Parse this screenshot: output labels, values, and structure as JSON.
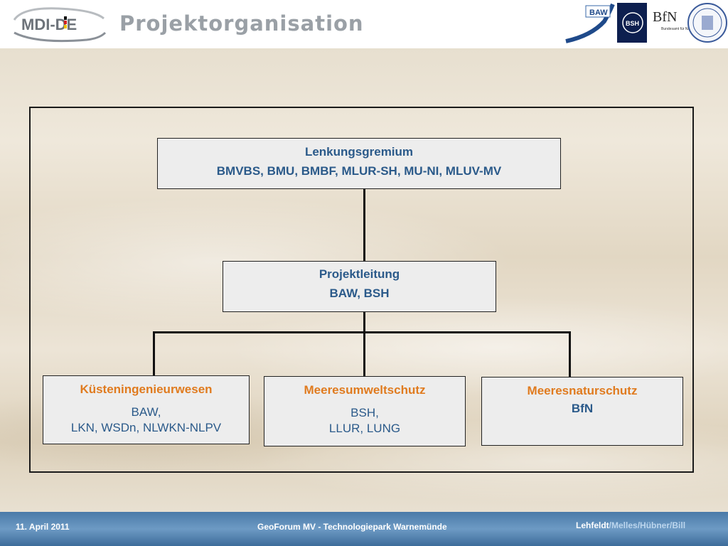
{
  "header": {
    "logo_text": "MDI-DE",
    "title": "Projektorganisation",
    "partner_logos": [
      "BAW",
      "BSH",
      "BfN",
      "seal"
    ],
    "bfn_subtitle": "Bundesamt für Naturschutz"
  },
  "diagram": {
    "steering": {
      "title": "Lenkungsgremium",
      "members": "BMVBS, BMU, BMBF, MLUR-SH, MU-NI, MLUV-MV"
    },
    "lead": {
      "title": "Projektleitung",
      "members": "BAW, BSH"
    },
    "branches": [
      {
        "title": "Küsteningenieurwesen",
        "lead": "BAW,",
        "partners": "LKN, WSDn, NLWKN-NLPV"
      },
      {
        "title": "Meeresumweltschutz",
        "lead": "BSH,",
        "partners": "LLUR, LUNG"
      },
      {
        "title": "Meeresnaturschutz",
        "lead": "BfN",
        "partners": ""
      }
    ]
  },
  "footer": {
    "date": "11. April 2011",
    "event": "GeoForum MV - Technologiepark Warnemünde",
    "author_main": "Lehfeldt",
    "author_others": "/Melles/Hübner/Bill"
  },
  "colors": {
    "title_gray": "#9aa0a6",
    "box_blue": "#2b5a8a",
    "box_orange": "#e07b1f",
    "footer_blue": "#4a7aa8"
  }
}
